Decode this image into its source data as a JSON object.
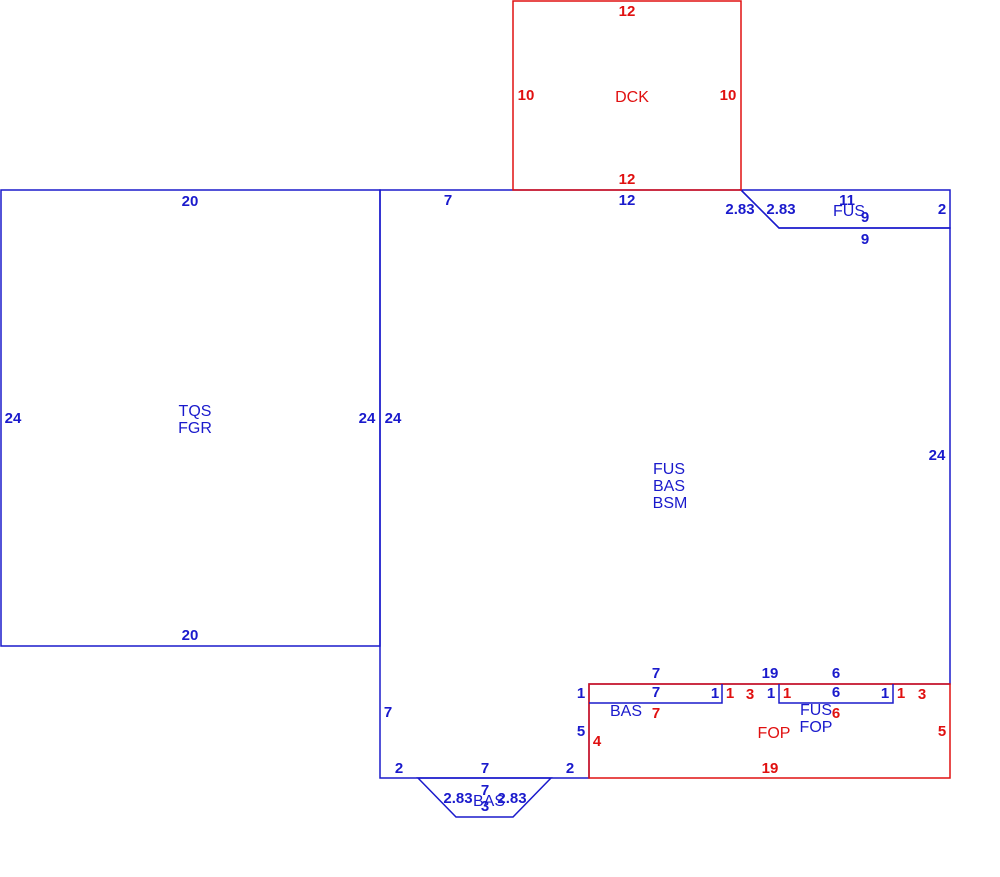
{
  "colors": {
    "blue": "#1a1acc",
    "red": "#e01010"
  },
  "areas": {
    "garage": [
      "TQS",
      "FGR"
    ],
    "main": [
      "FUS",
      "BAS",
      "BSM"
    ],
    "deck": [
      "DCK"
    ],
    "upper_corner": [
      "FUS"
    ],
    "bay": [
      "BAS"
    ],
    "porch_fop": [
      "FOP"
    ],
    "porch_fus": [
      "FUS",
      "FOP"
    ],
    "strip_bas": [
      "BAS"
    ]
  },
  "dims": {
    "garage_top": "20",
    "garage_bottom": "20",
    "garage_left": "24",
    "garage_right": "24",
    "main_left_24": "24",
    "main_top_7": "7",
    "main_top_12": "12",
    "main_right_24": "24",
    "main_left_7": "7",
    "main_bottom_2a": "2",
    "main_bottom_7": "7",
    "main_bottom_2b": "2",
    "deck_top": "12",
    "deck_bottom": "12",
    "deck_left": "10",
    "deck_right": "10",
    "corner_diag_a": "2.83",
    "corner_diag_b": "2.83",
    "corner_top": "11",
    "corner_right": "2",
    "corner_inner": "9",
    "corner_bottom": "9",
    "porch_top_19": "19",
    "porch_top_7": "7",
    "porch_top_6": "6",
    "strip_1a": "1",
    "strip_7": "7",
    "strip_1b": "1",
    "strip_1c": "1",
    "strip_6": "6",
    "strip_1d": "1",
    "porch_red_1a": "1",
    "porch_red_3a": "3",
    "porch_red_1b": "1",
    "porch_red_1c": "1",
    "porch_red_3b": "3",
    "porch_red_7": "7",
    "porch_red_6": "6",
    "porch_left_5": "5",
    "porch_left_4": "4",
    "porch_right_5": "5",
    "porch_bottom_19": "19",
    "bay_diag_a": "2.83",
    "bay_diag_b": "2.83",
    "bay_top_7": "7",
    "bay_bottom_3": "3"
  }
}
